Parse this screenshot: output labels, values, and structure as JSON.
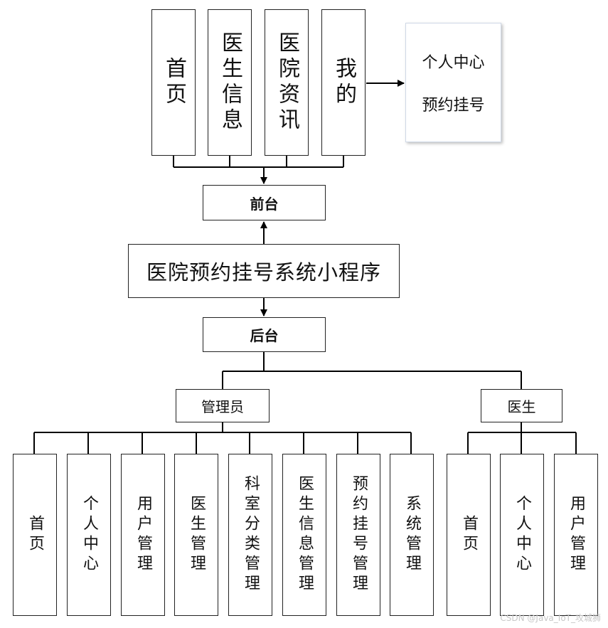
{
  "frontend_tabs": [
    {
      "label": "首页"
    },
    {
      "label": "医生信息"
    },
    {
      "label": "医院资讯"
    },
    {
      "label": "我的"
    }
  ],
  "mine_submenu": [
    "个人中心",
    "预约挂号"
  ],
  "front_label": "前台",
  "system_title": "医院预约挂号系统小程序",
  "back_label": "后台",
  "roles": {
    "admin": {
      "label": "管理员",
      "modules": [
        "首页",
        "个人中心",
        "用户管理",
        "医生管理",
        "科室分类管理",
        "医生信息管理",
        "预约挂号管理",
        "系统管理"
      ]
    },
    "doctor": {
      "label": "医生",
      "modules": [
        "首页",
        "个人中心",
        "用户管理"
      ]
    }
  },
  "watermark": "CSDN @Java_IoT_攻城狮"
}
